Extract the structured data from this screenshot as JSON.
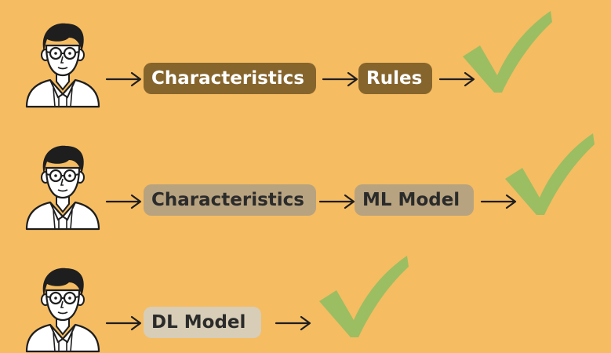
{
  "rows": [
    {
      "steps": [
        {
          "label": "Characteristics"
        },
        {
          "label": "Rules"
        }
      ]
    },
    {
      "steps": [
        {
          "label": "Characteristics"
        },
        {
          "label": "ML Model"
        }
      ]
    },
    {
      "steps": [
        {
          "label": "DL Model"
        }
      ]
    }
  ],
  "icons": {
    "person": "person-icon",
    "arrow": "arrow-right-icon",
    "check": "checkmark-icon"
  },
  "colors": {
    "background": "#F5BC62",
    "pill_dark": "#86652D",
    "pill_mid": "#B8A380",
    "pill_light": "#D8CDB6",
    "check": "#9BBE62",
    "line": "#1E1E1E"
  }
}
